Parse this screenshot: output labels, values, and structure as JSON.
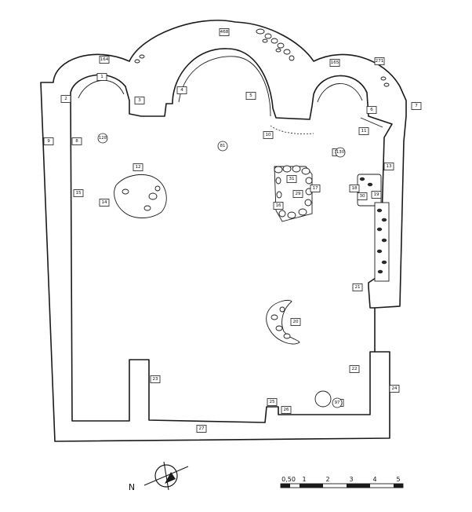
{
  "plan": {
    "square_tags": [
      {
        "id": "tag-468",
        "label": "468"
      },
      {
        "id": "tag-164",
        "label": "164"
      },
      {
        "id": "tag-165",
        "label": "165"
      },
      {
        "id": "tag-271",
        "label": "271"
      },
      {
        "id": "tag-1",
        "label": "1"
      },
      {
        "id": "tag-2",
        "label": "2"
      },
      {
        "id": "tag-3",
        "label": "3"
      },
      {
        "id": "tag-4",
        "label": "4"
      },
      {
        "id": "tag-5",
        "label": "5"
      },
      {
        "id": "tag-6",
        "label": "6"
      },
      {
        "id": "tag-7",
        "label": "7"
      },
      {
        "id": "tag-8",
        "label": "8"
      },
      {
        "id": "tag-9",
        "label": "9"
      },
      {
        "id": "tag-10",
        "label": "10"
      },
      {
        "id": "tag-11",
        "label": "11"
      },
      {
        "id": "tag-12",
        "label": "12"
      },
      {
        "id": "tag-13",
        "label": "13"
      },
      {
        "id": "tag-14",
        "label": "14"
      },
      {
        "id": "tag-15",
        "label": "15"
      },
      {
        "id": "tag-16",
        "label": "16"
      },
      {
        "id": "tag-17",
        "label": "17"
      },
      {
        "id": "tag-18",
        "label": "18"
      },
      {
        "id": "tag-19",
        "label": "19"
      },
      {
        "id": "tag-20",
        "label": "20"
      },
      {
        "id": "tag-21",
        "label": "21"
      },
      {
        "id": "tag-22",
        "label": "22"
      },
      {
        "id": "tag-23",
        "label": "23"
      },
      {
        "id": "tag-24",
        "label": "24"
      },
      {
        "id": "tag-25",
        "label": "25"
      },
      {
        "id": "tag-26",
        "label": "26"
      },
      {
        "id": "tag-27",
        "label": "27"
      },
      {
        "id": "tag-28",
        "label": "28"
      },
      {
        "id": "tag-29",
        "label": "29"
      },
      {
        "id": "tag-30",
        "label": "30"
      },
      {
        "id": "tag-31",
        "label": "31"
      },
      {
        "id": "tag-32",
        "label": "32"
      }
    ],
    "circle_tags": [
      {
        "id": "circ-a",
        "label": "128"
      },
      {
        "id": "circ-b",
        "label": "81"
      },
      {
        "id": "circ-c",
        "label": "130"
      },
      {
        "id": "circ-d",
        "label": "97"
      }
    ]
  },
  "scale": {
    "zero_label": "0,50",
    "ticks": [
      "1",
      "2",
      "3",
      "4",
      "5"
    ]
  },
  "north": {
    "letter": "N"
  }
}
